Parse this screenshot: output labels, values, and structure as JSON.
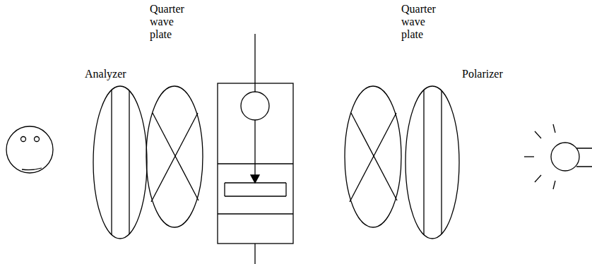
{
  "diagram": {
    "labels": [
      "Analyzer",
      "Quarter wave plate",
      "Quarter wave plate",
      "Polarizer"
    ]
  }
}
